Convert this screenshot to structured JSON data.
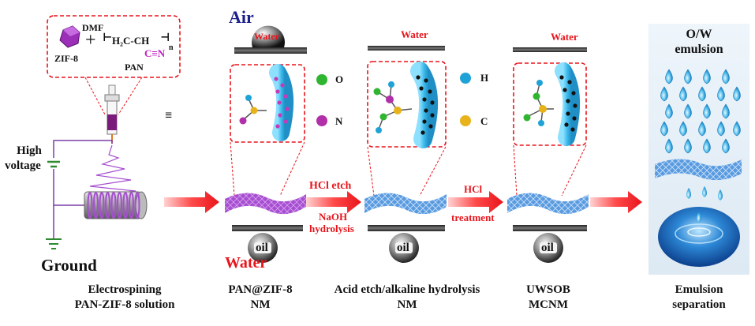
{
  "electrospinning": {
    "reagents": {
      "dmf": "DMF",
      "plus": "+",
      "pan_formula": "H₂C-CH",
      "subscript_n": "n",
      "nitrile": "C≡N",
      "zif8_label": "ZIF-8",
      "pan_label": "PAN"
    },
    "equiv_symbol": "≡",
    "high_voltage": [
      "High",
      "voltage"
    ],
    "ground": "Ground",
    "caption": [
      "Electrospining",
      "PAN-ZIF-8 solution"
    ]
  },
  "stage1": {
    "top_label": "Air",
    "droplet_label": "Water",
    "oil_label": "oil",
    "bottom_label": "Water",
    "caption": [
      "PAN@ZIF-8",
      "NM"
    ]
  },
  "legend": {
    "items": [
      {
        "symbol": "O",
        "color": "#2fb52f"
      },
      {
        "symbol": "N",
        "color": "#b12fa8"
      },
      {
        "symbol": "H",
        "color": "#1fa3d6"
      },
      {
        "symbol": "C",
        "color": "#e8b21a"
      }
    ]
  },
  "step1": {
    "label_top": "HCl etch",
    "label_bottom": [
      "NaOH",
      "hydrolysis"
    ]
  },
  "stage2": {
    "droplet_label": "Water",
    "oil_label": "oil",
    "caption": [
      "Acid etch/alkaline hydrolysis",
      "NM"
    ]
  },
  "step2": {
    "label_top": "HCl",
    "label_bottom": "treatment"
  },
  "stage3": {
    "droplet_label": "Water",
    "oil_label": "oil",
    "caption": [
      "UWSOB",
      "MCNM"
    ]
  },
  "separation": {
    "title": [
      "O/W",
      "emulsion"
    ],
    "caption": [
      "Emulsion",
      "separation"
    ]
  },
  "colors": {
    "accent_red": "#e8141b",
    "navy": "#1a1f8a",
    "tube_blue": "#4fc3ec",
    "membrane_purple": "#9b3fc4",
    "membrane_blue": "#4f8fd6"
  }
}
